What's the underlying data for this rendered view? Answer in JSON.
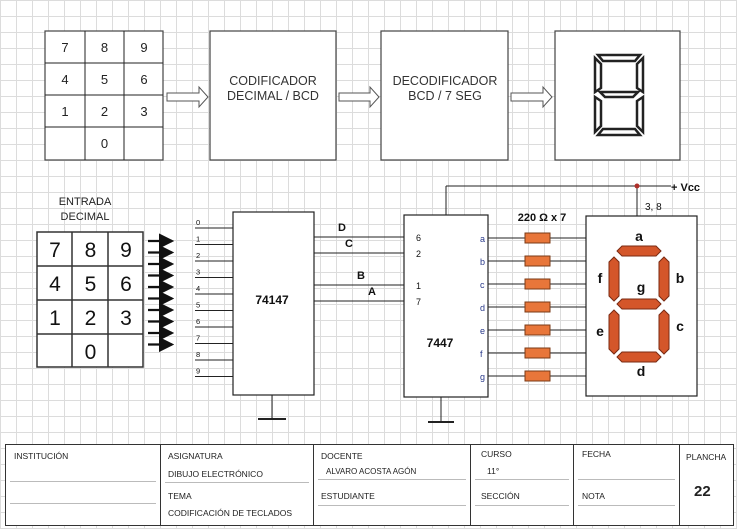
{
  "keypad_small": {
    "keys": [
      "7",
      "8",
      "9",
      "4",
      "5",
      "6",
      "1",
      "2",
      "3",
      "",
      "0",
      ""
    ]
  },
  "blocks": {
    "encoder": {
      "line1": "CODIFICADOR",
      "line2": "DECIMAL / BCD"
    },
    "decoder": {
      "line1": "DECODIFICADOR",
      "line2": "BCD / 7 SEG"
    },
    "display_digit": "8"
  },
  "circuit": {
    "input_label_line1": "ENTRADA",
    "input_label_line2": "DECIMAL",
    "keypad_keys": [
      "7",
      "8",
      "9",
      "4",
      "5",
      "6",
      "1",
      "2",
      "3",
      "",
      "0",
      ""
    ],
    "encoder_chip": "74147",
    "encoder_inputs": [
      "0",
      "1",
      "2",
      "3",
      "4",
      "5",
      "6",
      "7",
      "8",
      "9"
    ],
    "bcd_lines": [
      "D",
      "C",
      "B",
      "A"
    ],
    "decoder_chip": "7447",
    "decoder_inputs": [
      "6",
      "2",
      "1",
      "7"
    ],
    "decoder_outputs": [
      "a",
      "b",
      "c",
      "d",
      "e",
      "f",
      "g"
    ],
    "resistor_label": "220 Ω x 7",
    "display_inputs": [
      "a",
      "b",
      "c",
      "d",
      "e",
      "f",
      "g"
    ],
    "vcc_label": "+ Vcc",
    "vcc_pins": "3, 8",
    "segment_labels": {
      "a": "a",
      "b": "b",
      "c": "c",
      "d": "d",
      "e": "e",
      "f": "f",
      "g": "g"
    },
    "colors": {
      "segment": "#d4562a",
      "resistor": "#e8763a"
    }
  },
  "titleblock": {
    "institucion_label": "INSTITUCIÓN",
    "asignatura_label": "ASIGNATURA",
    "asignatura_value": "DIBUJO ELECTRÓNICO",
    "tema_label": "TEMA",
    "tema_value": "CODIFICACIÓN DE TECLADOS",
    "docente_label": "DOCENTE",
    "docente_value": "ALVARO ACOSTA AGÓN",
    "estudiante_label": "ESTUDIANTE",
    "curso_label": "CURSO",
    "curso_value": "11°",
    "seccion_label": "SECCIÓN",
    "fecha_label": "FECHA",
    "nota_label": "NOTA",
    "plancha_label": "PLANCHA",
    "plancha_value": "22"
  }
}
